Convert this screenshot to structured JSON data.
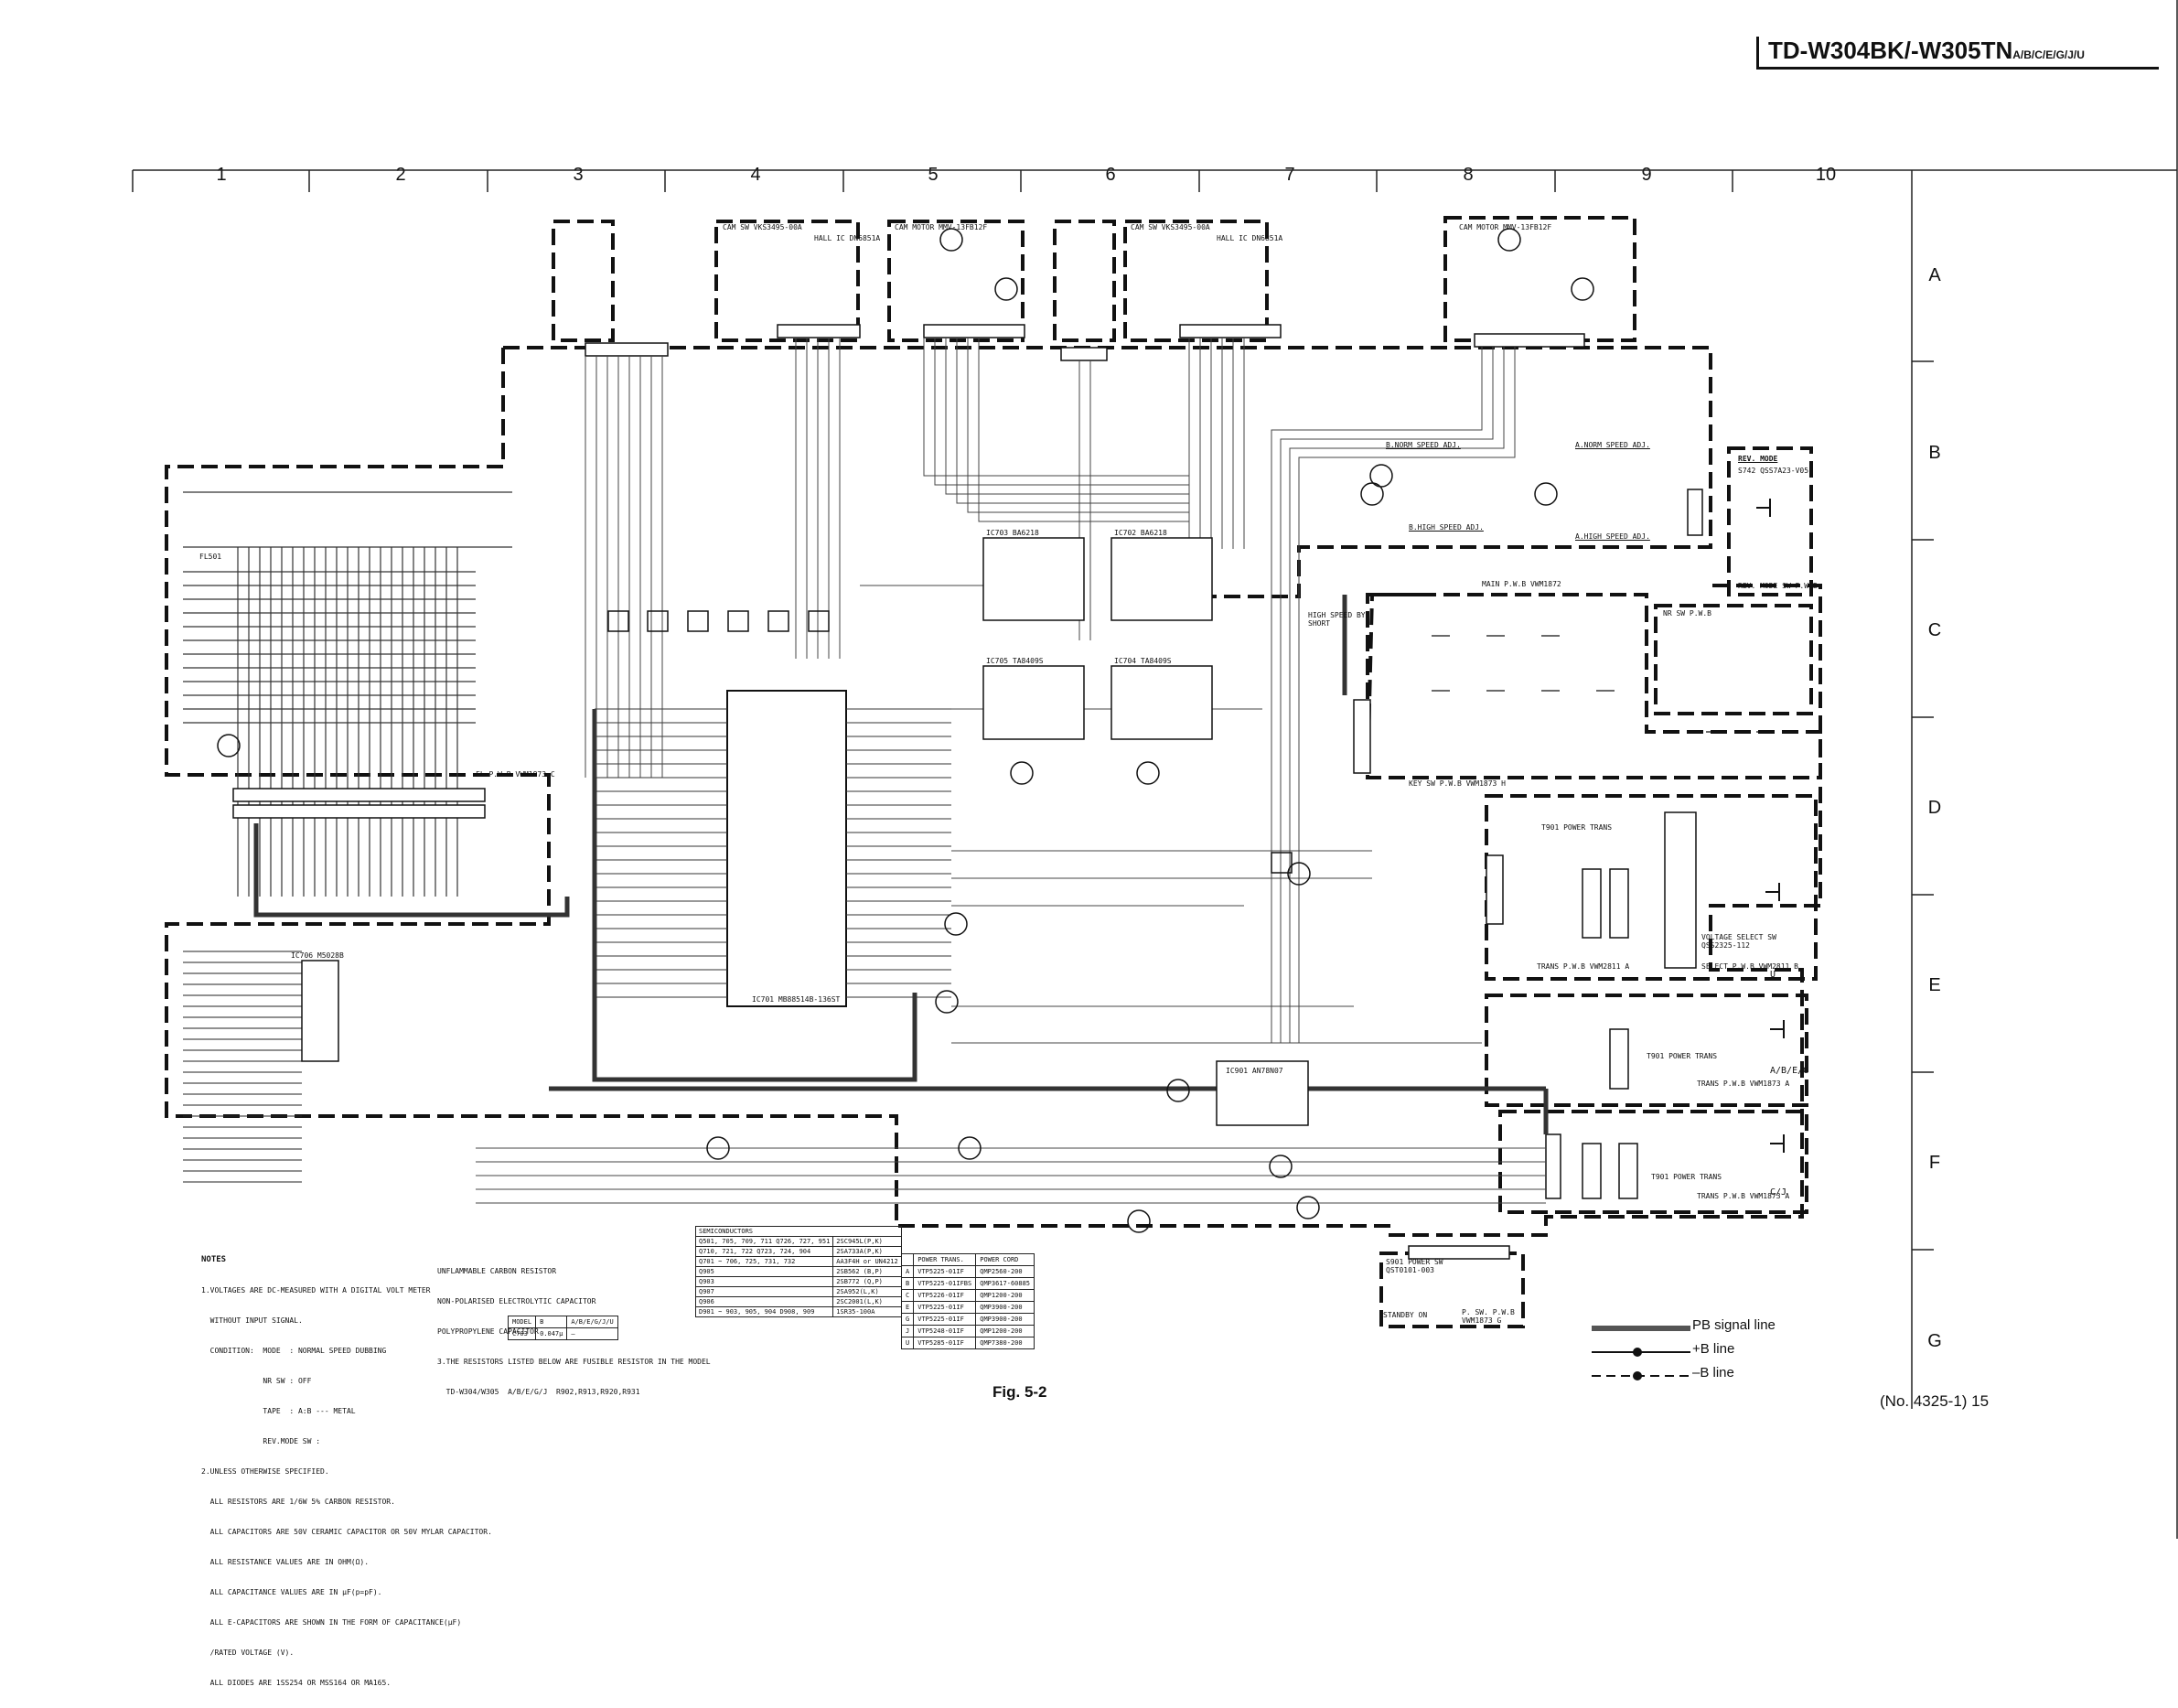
{
  "header": {
    "model": "TD-W304BK/-W305TN",
    "model_suffix": "A/B/C/E/G/J/U"
  },
  "grid": {
    "columns": [
      "1",
      "2",
      "3",
      "4",
      "5",
      "6",
      "7",
      "8",
      "9",
      "10"
    ],
    "rows": [
      "A",
      "B",
      "C",
      "D",
      "E",
      "F",
      "G"
    ]
  },
  "figure_label": "Fig. 5-2",
  "page_number": "(No. 4325-1) 15",
  "legend": {
    "pb_signal": "PB signal line",
    "plus_b": "+B line",
    "minus_b": "–B line"
  },
  "blocks": {
    "cam_sw_a": "CAM SW  VKS3495-00A",
    "hall_ic_a": "HALL IC  DN6851A",
    "cam_motor_1": "CAM MOTOR  MMV-13FB12F",
    "cam_sw_b": "CAM SW  VKS3495-00A",
    "hall_ic_b": "HALL IC  DN6851A",
    "cam_motor_2": "CAM MOTOR  MMV-13FB12F",
    "rev_mode": "REV. MODE",
    "rev_mode_sw": "S742  QSS7A23-V05",
    "rev_mode_pwb": "REV. MODE SW  P.W.B",
    "main_pwb": "MAIN P.W.B  VWM1872",
    "nr_sw_pwb": "NR SW P.W.B",
    "key_sw_pwb": "KEY SW P.W.B  VWM1873 H",
    "fl501": "FL501",
    "fl_pwb": "FL P.W.B  VWM1873 C",
    "ic701": "IC701   MB88514B-136ST",
    "ic702": "IC702  BA6218",
    "ic703": "IC703  BA6218",
    "ic704": "IC704  TA8409S",
    "ic705": "IC705  TA8409S",
    "ic706": "IC706  M5028B",
    "ic901": "IC901  AN78N07",
    "t901_a": "T901  POWER TRANS",
    "t901_b": "T901  POWER TRANS",
    "t901_c": "T901  POWER TRANS",
    "trans_pwb_u": "TRANS P.W.B  VWM2811 A",
    "select_pwb": "SELECT P.W.B  VWM2811 B",
    "trans_pwb_aeg": "TRANS P.W.B  VWM1873 A",
    "trans_pwb_cj": "TRANS P.W.B  VWM1873 A",
    "voltage_sel": "VOLTAGE SELECT SW  QSS2325-112",
    "power_sw": "S901 POWER SW  QST0101-003",
    "psw_pwb": "P. SW. P.W.B  VWM1873 G",
    "standby": "STANDBY  ON",
    "high_speed": "HIGH SPEED  BY SHORT",
    "b_norm_speed": "B.NORM SPEED ADJ.",
    "a_norm_speed": "A.NORM SPEED ADJ.",
    "b_high_speed": "B.HIGH SPEED ADJ.",
    "a_high_speed": "A.HIGH SPEED ADJ.",
    "region_u": "U",
    "region_abeg": "A/B/E/G",
    "region_cj": "C/J"
  },
  "notes": {
    "title": "NOTES",
    "lines": [
      "1.VOLTAGES ARE DC-MEASURED WITH A DIGITAL VOLT METER",
      "  WITHOUT INPUT SIGNAL.",
      "  CONDITION:  MODE  : NORMAL SPEED DUBBING",
      "              NR SW : OFF",
      "              TAPE  : A:B --- METAL",
      "              REV.MODE SW : ",
      "2.UNLESS OTHERWISE SPECIFIED.",
      "  ALL RESISTORS ARE 1/6W 5% CARBON RESISTOR.",
      "  ALL CAPACITORS ARE 50V CERAMIC CAPACITOR OR 50V MYLAR CAPACITOR.",
      "  ALL RESISTANCE VALUES ARE IN OHM(Ω).",
      "  ALL CAPACITANCE VALUES ARE IN μF(p=pF).",
      "  ALL E-CAPACITORS ARE SHOWN IN THE FORM OF CAPACITANCE(μF)",
      "  /RATED VOLTAGE (V).",
      "  ALL DIODES ARE 1SS254 OR MSS164 OR MA165."
    ],
    "symbols": [
      "UNFLAMMABLE CARBON RESISTOR",
      "NON-POLARISED ELECTROLYTIC CAPACITOR",
      "POLYPROPYLENE CAPACITOR",
      "3.THE RESISTORS LISTED BELOW ARE FUSIBLE RESISTOR IN THE MODEL",
      "  TD-W304/W305  A/B/E/G/J  R902,R913,R920,R931"
    ]
  },
  "c703_table": {
    "header": [
      "MODEL",
      "B",
      "A/B/E/G/J/U"
    ],
    "row": [
      "C703",
      "0.047μ",
      "—"
    ]
  },
  "semiconductors": {
    "title": "SEMICONDUCTORS",
    "rows": [
      [
        "Q501, 705, 709, 711  Q726, 727, 951",
        "2SC945L(P,K)"
      ],
      [
        "Q710, 721, 722  Q723, 724, 904",
        "2SA733A(P,K)"
      ],
      [
        "Q701 ~ 706, 725, 731, 732",
        "AA3F4H or UN4212"
      ],
      [
        "Q905",
        "2SB562 (B,P)"
      ],
      [
        "Q903",
        "2SB772 (Q,P)"
      ],
      [
        "Q907",
        "2SA952(L,K)"
      ],
      [
        "Q906",
        "2SC2001(L,K)"
      ],
      [
        "D901 ~ 903, 905, 904  D908, 909",
        "1SR35-100A"
      ]
    ]
  },
  "power_table": {
    "header": [
      "",
      "POWER TRANS.",
      "POWER CORD"
    ],
    "rows": [
      [
        "A",
        "VTP5225-01IF",
        "QMP2560-200"
      ],
      [
        "B",
        "VTP5225-01IFBS",
        "QMP3617-60885"
      ],
      [
        "C",
        "VTP5226-01IF",
        "QMP1200-200"
      ],
      [
        "E",
        "VTP5225-01IF",
        "QMP3900-200"
      ],
      [
        "G",
        "VTP5225-01IF",
        "QMP3900-200"
      ],
      [
        "J",
        "VTP5248-01IF",
        "QMP1200-200"
      ],
      [
        "U",
        "VTP5285-01IF",
        "QMP7380-200"
      ]
    ]
  }
}
